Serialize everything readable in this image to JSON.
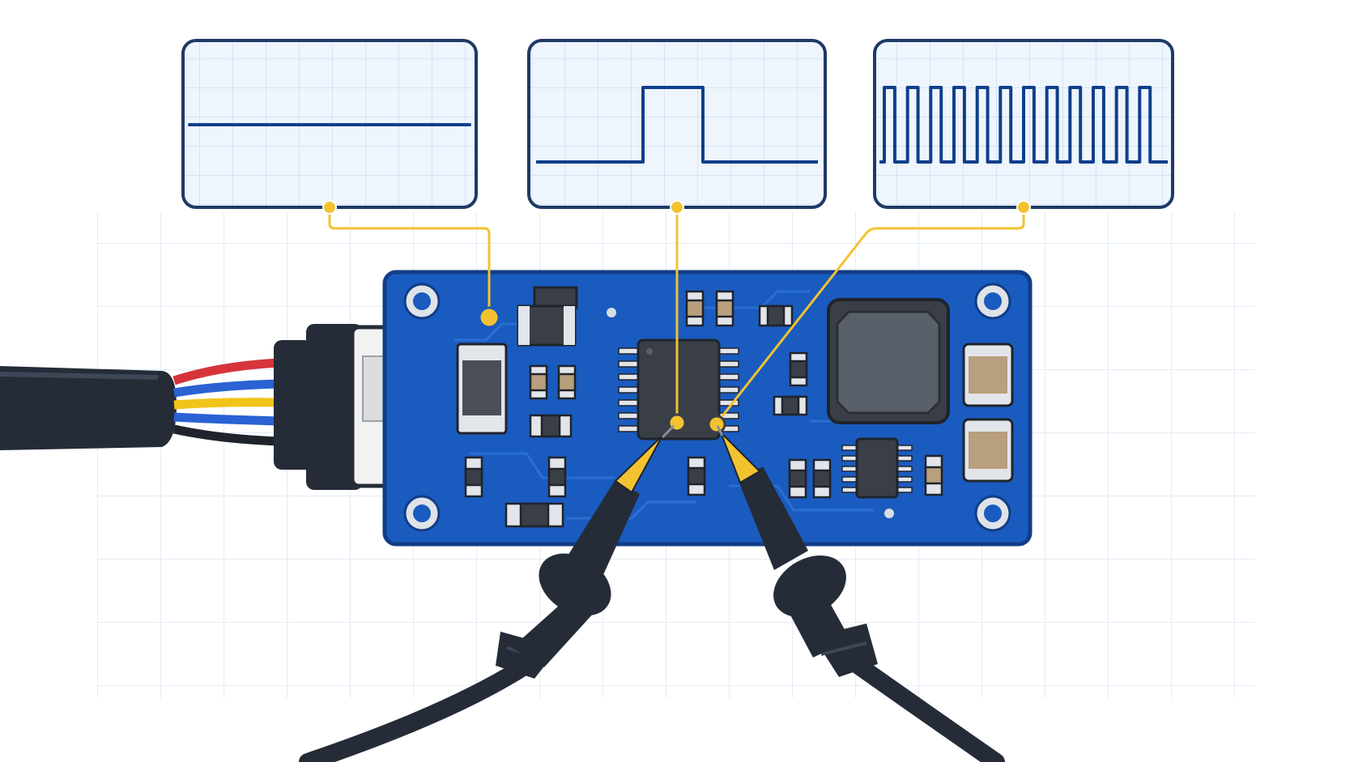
{
  "colors": {
    "background": "#ffffff",
    "grid": "#dbe6f3",
    "scope_border": "#1e3a66",
    "scope_fill": "#eef5fd",
    "scope_grid": "#c7d8ee",
    "trace": "#0f3f8c",
    "callout": "#f2c230",
    "pcb": "#1a5bbf",
    "pcb_edge": "#123d85",
    "pcb_trace": "#2a6fd1",
    "ic_body": "#3a3f47",
    "pin": "#e2e5ea",
    "inductor": "#4a4f57",
    "cap_tan": "#b89f7d",
    "cable": "#252c38",
    "wire_red": "#d6343a",
    "wire_blue": "#2a62d4",
    "wire_yellow": "#f0c419",
    "connector_white": "#f2f2f2",
    "probe_tip": "#f2c230"
  },
  "icons": {
    "scope_flat": "flat-dc-signal-icon",
    "scope_pulse": "single-pulse-signal-icon",
    "scope_clock": "clock-square-wave-icon",
    "probe": "oscilloscope-probe-icon",
    "connector": "wire-harness-connector-icon",
    "board": "circuit-board-icon"
  },
  "scopes": [
    {
      "signal": "flat"
    },
    {
      "signal": "pulse"
    },
    {
      "signal": "square-wave",
      "cycles": 12
    }
  ]
}
